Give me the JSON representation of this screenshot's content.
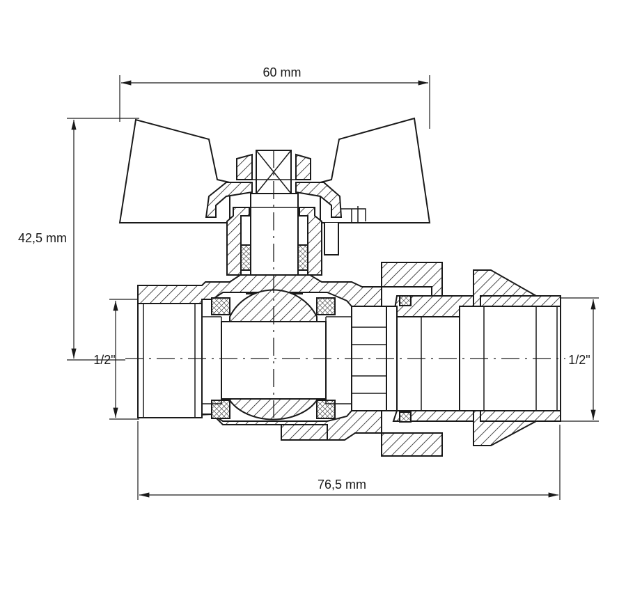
{
  "dimensions": {
    "width_label": "60 mm",
    "height_label": "42,5 mm",
    "length_label": "76,5 mm",
    "left_thread_label": "1/2\"",
    "right_thread_label": "1/2\""
  },
  "colors": {
    "line": "#1a1a1a",
    "background": "#ffffff"
  }
}
